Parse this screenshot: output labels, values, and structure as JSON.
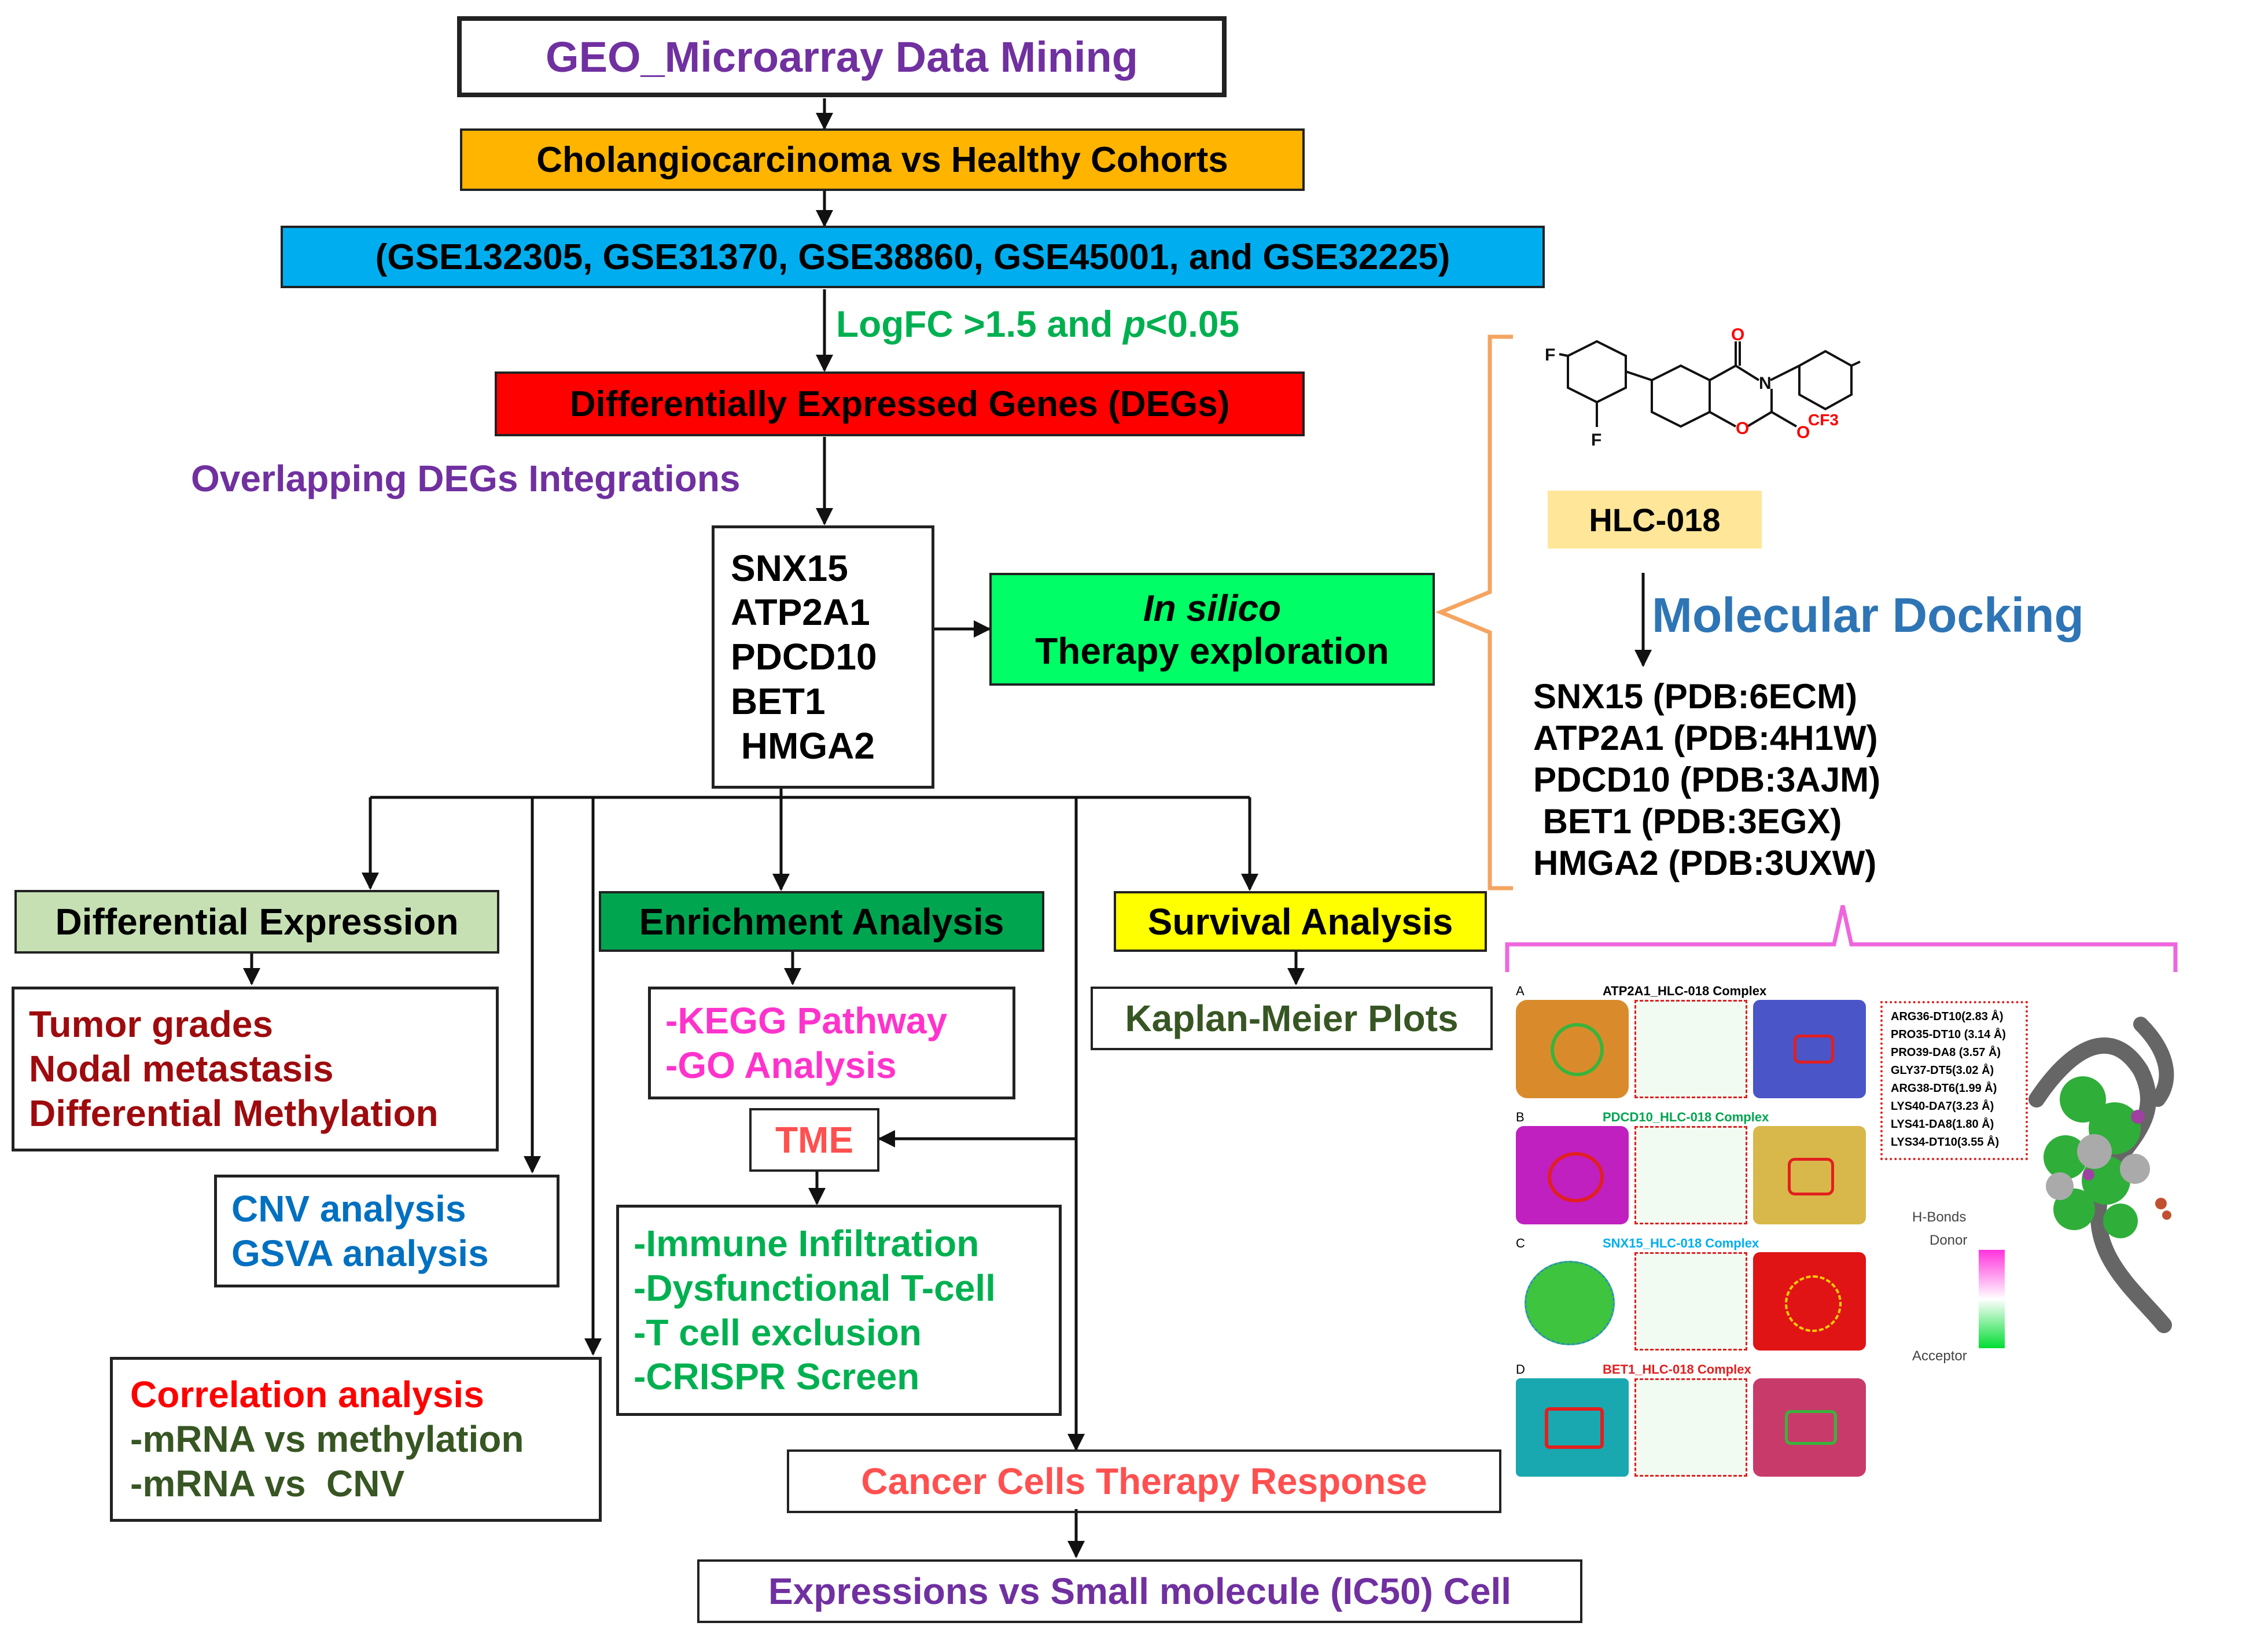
{
  "boxes": {
    "geo": "GEO_Microarray Data Mining",
    "cohorts": "Cholangiocarcinoma vs Healthy Cohorts",
    "datasets": "(GSE132305, GSE31370, GSE38860, GSE45001, and GSE32225)",
    "degs": "Differentially Expressed Genes (DEGs)",
    "genes": [
      "SNX15",
      "ATP2A1",
      "PDCD10",
      "BET1",
      " HMGA2"
    ],
    "in_silico_line1": "In silico",
    "in_silico_line2": "Therapy exploration",
    "diff_expr": "Differential Expression",
    "diff_expr_items": [
      "Tumor grades",
      "Nodal metastasis",
      "Differential Methylation"
    ],
    "cnv_items": [
      "CNV analysis",
      "GSVA analysis"
    ],
    "corr_title": "Correlation analysis",
    "corr_items": [
      "-mRNA vs methylation",
      "-mRNA vs  CNV"
    ],
    "enrichment": "Enrichment Analysis",
    "enrichment_items": [
      "-KEGG Pathway",
      "-GO Analysis"
    ],
    "tme": "TME",
    "tme_items": [
      "-Immune Infiltration",
      "-Dysfunctional T-cell",
      "-T cell exclusion",
      "-CRISPR Screen"
    ],
    "survival": "Survival Analysis",
    "kaplan": "Kaplan-Meier Plots",
    "therapy_response": "Cancer Cells Therapy Response",
    "ic50": "Expressions vs Small molecule (IC50) Cell",
    "hlc": "HLC-018"
  },
  "labels": {
    "logfc_prefix": "LogFC >1.5 and ",
    "logfc_p": "p",
    "logfc_suffix": "<0.05",
    "overlap": "Overlapping DEGs Integrations",
    "docking": "Molecular Docking",
    "pdb": [
      "SNX15 (PDB:6ECM)",
      "ATP2A1 (PDB:4H1W)",
      "PDCD10 (PDB:3AJM)",
      " BET1 (PDB:3EGX)",
      "HMGA2 (PDB:3UXW)"
    ]
  },
  "molecule": {
    "atoms": [
      "F",
      "F",
      "O",
      "N",
      "O",
      "O",
      "CF3"
    ]
  },
  "docking_figure": {
    "panel_letters": [
      "A",
      "B",
      "C",
      "D"
    ],
    "panel_titles": [
      "ATP2A1_HLC-018 Complex",
      "PDCD10_HLC-018 Complex",
      "SNX15_HLC-018 Complex",
      "BET1_HLC-018 Complex"
    ],
    "bonds": [
      "ARG36-DT10(2.83 Å)",
      "PRO35-DT10 (3.14 Å)",
      "PRO39-DA8 (3.57 Å)",
      "GLY37-DT5(3.02 Å)",
      "ARG38-DT6(1.99 Å)",
      "LYS40-DA7(3.23 Å)",
      "LYS41-DA8(1.80 Å)",
      "LYS34-DT10(3.55 Å)"
    ],
    "legend_title": "H-Bonds",
    "legend_donor": "Donor",
    "legend_acceptor": "Acceptor"
  },
  "colors": {
    "cohorts": "#ffb400",
    "datasets": "#00aeef",
    "degs": "#ff0000",
    "in_silico": "#00ff66",
    "diff_expr": "#c6e0b4",
    "enrichment": "#00a550",
    "survival": "#ffff00",
    "hlc": "#ffe699",
    "purple": "#7030a0",
    "green": "#00b050",
    "darkred": "#9e0b0e",
    "blue": "#0070c0",
    "red": "#ff0000",
    "magenta": "#ff33cc",
    "darkgreen": "#375623",
    "salmon": "#ff5050",
    "docking_blue": "#2e75b6",
    "orange": "#f4a460",
    "bracket_pink": "#ee66dd"
  }
}
